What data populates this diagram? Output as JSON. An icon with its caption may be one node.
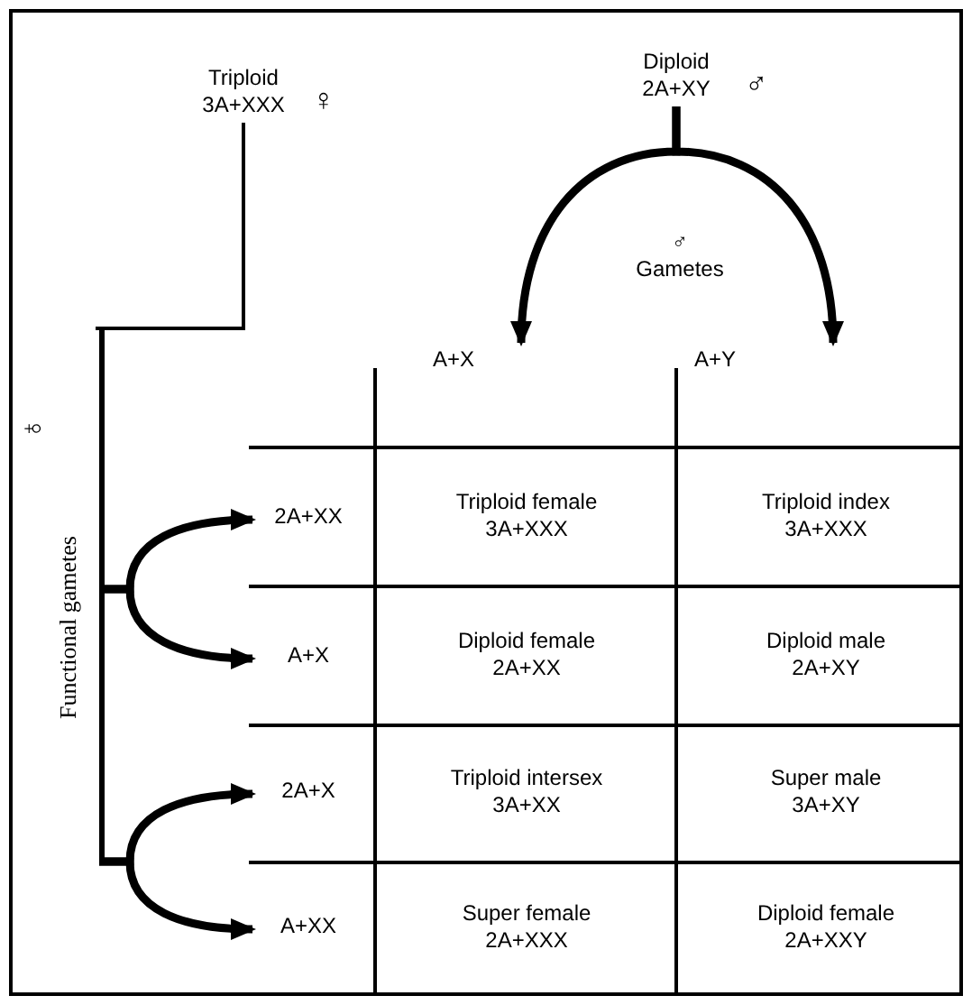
{
  "diagram": {
    "nodes": [
      {
        "text": [
          "Triploid",
          "3A+XXX"
        ],
        "beside": [
          "♀"
        ]
      },
      {
        "text": [
          "Diploid",
          "2A+XY"
        ],
        "beside": [
          "♂"
        ]
      },
      {
        "text": [
          "♂",
          "Gametes"
        ]
      },
      {
        "text": [
          "A+X"
        ]
      },
      {
        "text": [
          "A+Y"
        ]
      },
      {
        "text": [
          "Functional gametes"
        ],
        "beside": [
          "♀"
        ]
      },
      {
        "text": [
          "2A+XX"
        ]
      },
      {
        "text": [
          "A+X"
        ]
      },
      {
        "text": [
          "2A+X"
        ]
      },
      {
        "text": [
          "A+XX"
        ]
      }
    ],
    "edges": [
      {
        "from": 0,
        "to": 5,
        "arrow": "none"
      },
      {
        "from": 1,
        "to": 3,
        "arrow": "to"
      },
      {
        "from": 1,
        "to": 4,
        "arrow": "to"
      },
      {
        "from": 5,
        "to": 6,
        "arrow": "to"
      },
      {
        "from": 5,
        "to": 7,
        "arrow": "to"
      },
      {
        "from": 5,
        "to": 8,
        "arrow": "to"
      },
      {
        "from": 5,
        "to": 9,
        "arrow": "to"
      }
    ],
    "labels": [
      "Triploid female",
      "3A+XXX",
      "Triploid index",
      "3A+XXX",
      "Diploid female",
      "2A+XX",
      "Diploid male",
      "2A+XY",
      "Triploid intersex",
      "3A+XX",
      "Super male",
      "3A+XY",
      "Super female",
      "2A+XXX",
      "Diploid female",
      "2A+XXY"
    ]
  }
}
